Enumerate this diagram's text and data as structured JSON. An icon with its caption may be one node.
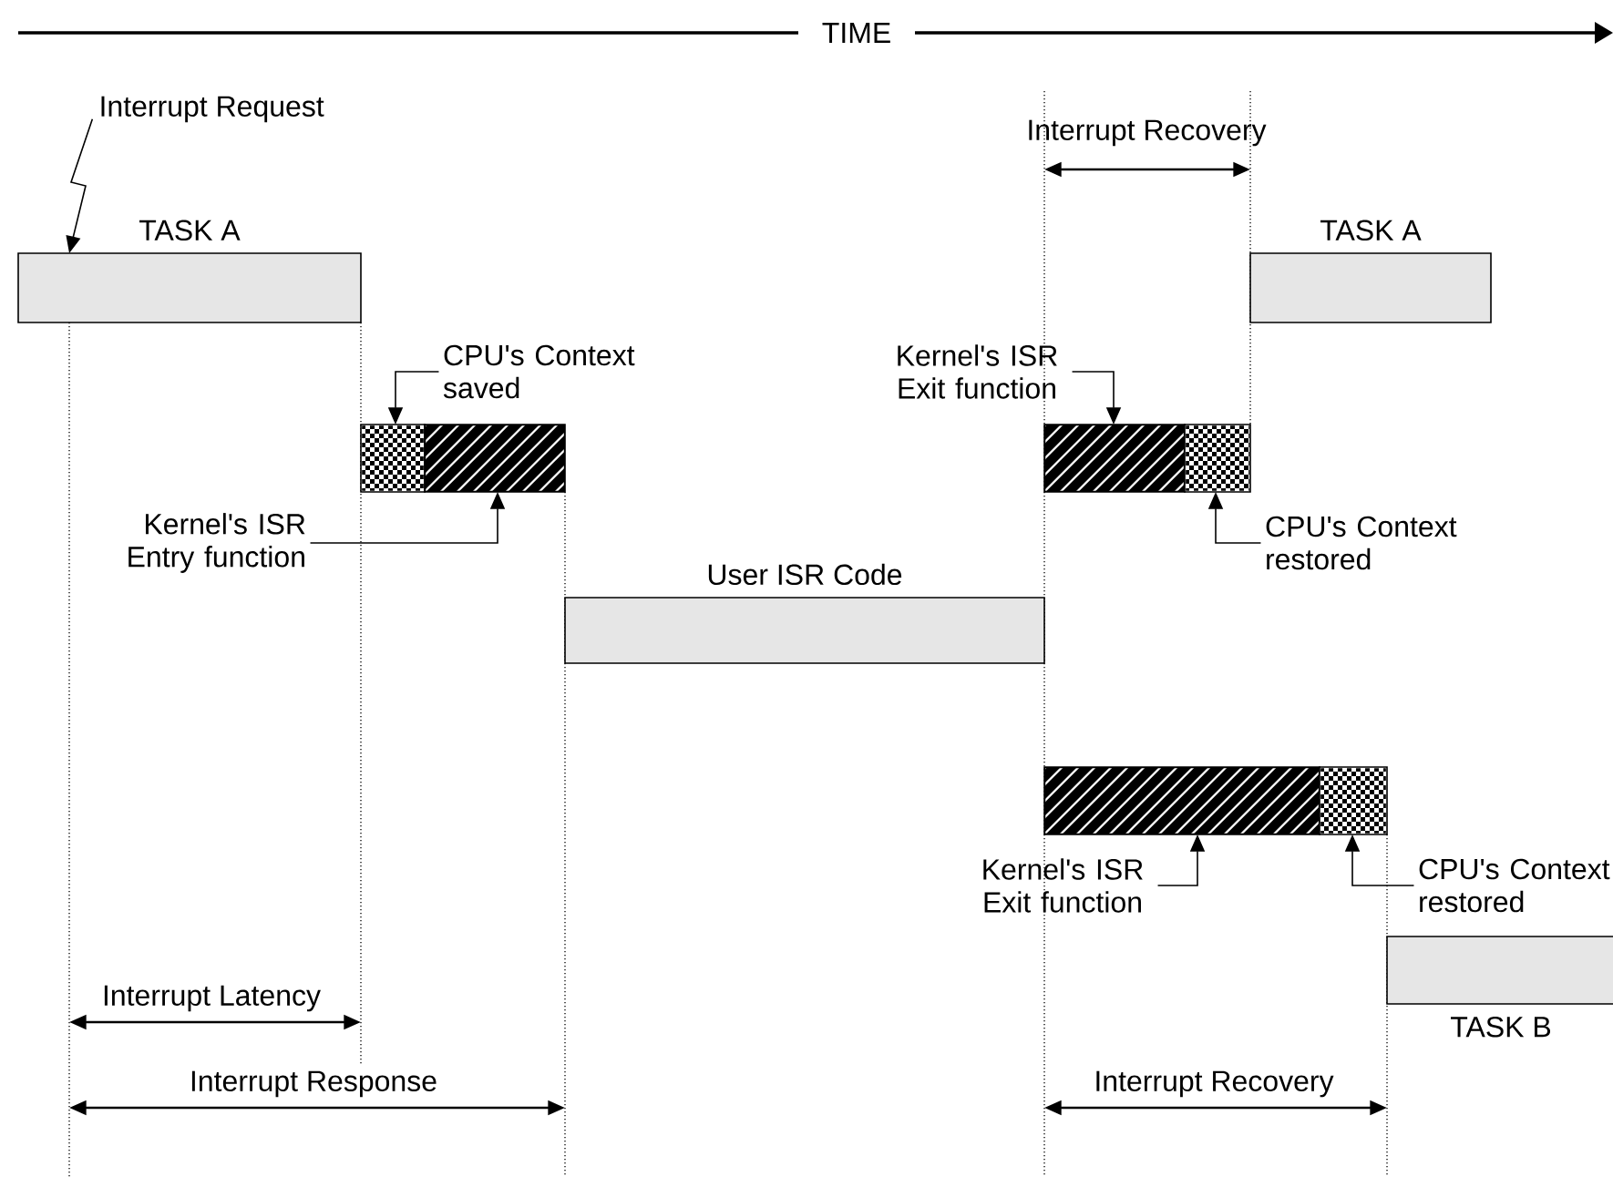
{
  "diagram": {
    "nodes": [
      {
        "text": [
          "TASK A"
        ]
      },
      {
        "text": [],
        "shape": "bar"
      },
      {
        "text": [],
        "shape": "bar"
      },
      {
        "text": [
          "User ISR Code"
        ]
      },
      {
        "text": [],
        "shape": "bar"
      },
      {
        "text": [],
        "shape": "bar"
      },
      {
        "text": [
          "TASK A"
        ]
      },
      {
        "text": [],
        "shape": "bar"
      },
      {
        "text": [],
        "shape": "bar"
      },
      {
        "text": [
          "TASK B"
        ]
      },
      {
        "text": [
          "Interrupt Request"
        ]
      },
      {
        "text": [
          "CPU's Context saved"
        ]
      },
      {
        "text": [
          "Kernel's ISR Entry function"
        ]
      },
      {
        "text": [
          "Kernel's ISR Exit function"
        ]
      },
      {
        "text": [
          "CPU's Context restored"
        ]
      },
      {
        "text": [
          "Kernel's ISR Exit function"
        ]
      },
      {
        "text": [
          "CPU's Context restored"
        ]
      }
    ],
    "edges": [
      {
        "from": 10,
        "to": 0,
        "arrow": "to"
      },
      {
        "from": 11,
        "to": 1,
        "arrow": "to"
      },
      {
        "from": 12,
        "to": 2,
        "arrow": "to"
      },
      {
        "from": 13,
        "to": 4,
        "arrow": "to"
      },
      {
        "from": 14,
        "to": 5,
        "arrow": "to"
      },
      {
        "from": 15,
        "to": 7,
        "arrow": "to"
      },
      {
        "from": 16,
        "to": 8,
        "arrow": "to"
      }
    ],
    "labels": [
      "TIME",
      "Interrupt Recovery",
      "Interrupt Latency",
      "Interrupt Response",
      "Interrupt Recovery"
    ]
  }
}
